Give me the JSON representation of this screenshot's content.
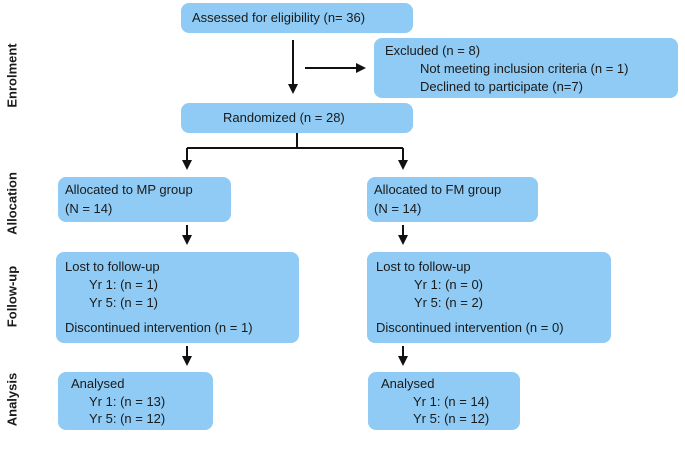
{
  "stages": {
    "enrolment": "Enrolment",
    "allocation": "Allocation",
    "followup": "Follow-up",
    "analysis": "Analysis"
  },
  "assessed": "Assessed for eligibility (n= 36)",
  "excluded": {
    "title": "Excluded (n = 8)",
    "line1": "Not meeting inclusion criteria (n = 1)",
    "line2": "Declined to participate (n=7)"
  },
  "randomized": "Randomized (n = 28)",
  "mp": {
    "allocated": "Allocated to MP group",
    "n": "(N = 14)",
    "lost_title": "Lost to follow-up",
    "yr1": "Yr 1: (n = 1)",
    "yr5": "Yr 5: (n = 1)",
    "discontinued": "Discontinued intervention (n = 1)",
    "analysed": "Analysed",
    "an_yr1": "Yr 1:  (n = 13)",
    "an_yr5": "Yr 5:  (n = 12)"
  },
  "fm": {
    "allocated": "Allocated to FM group",
    "n": "(N = 14)",
    "lost_title": "Lost to follow-up",
    "yr1": "Yr 1: (n = 0)",
    "yr5": "Yr 5: (n = 2)",
    "discontinued": "Discontinued intervention (n = 0)",
    "analysed": "Analysed",
    "an_yr1": "Yr 1:  (n = 14)",
    "an_yr5": "Yr 5:  (n = 12)"
  },
  "colors": {
    "box": "#8fcbf4",
    "line": "#111111",
    "text": "#1a1a1a"
  }
}
